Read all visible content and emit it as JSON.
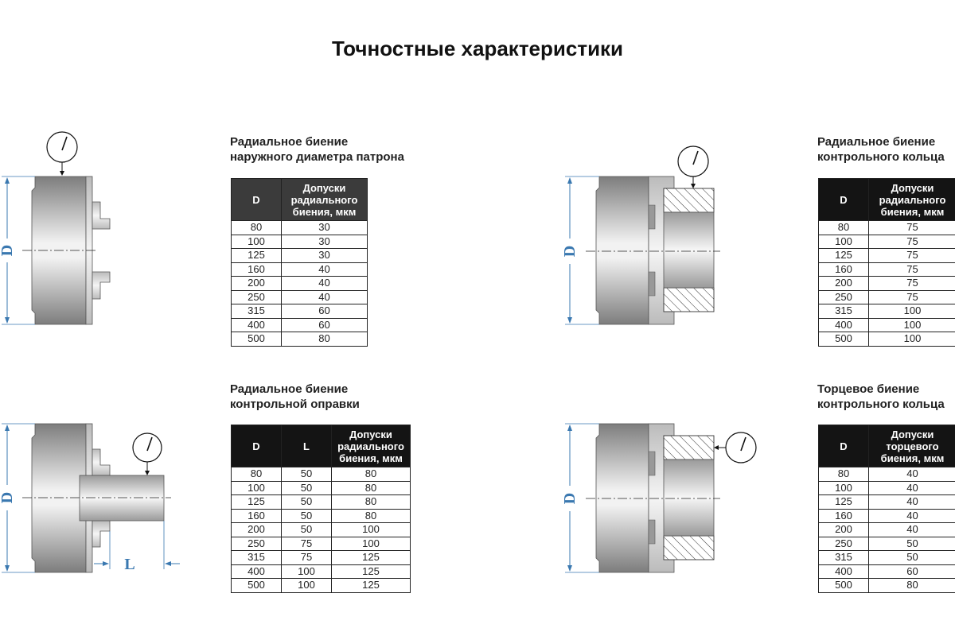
{
  "title": "Точностные характеристики",
  "labels": {
    "D": "D",
    "L": "L"
  },
  "sections": [
    {
      "heading": [
        "Радиальное биение",
        "наружного диаметра патрона"
      ],
      "columns": [
        "D",
        "Допуски радиального биения, мкм"
      ],
      "rows": [
        [
          "80",
          "30"
        ],
        [
          "100",
          "30"
        ],
        [
          "125",
          "30"
        ],
        [
          "160",
          "40"
        ],
        [
          "200",
          "40"
        ],
        [
          "250",
          "40"
        ],
        [
          "315",
          "60"
        ],
        [
          "400",
          "60"
        ],
        [
          "500",
          "80"
        ]
      ]
    },
    {
      "heading": [
        "Радиальное биение",
        "контрольного кольца"
      ],
      "columns": [
        "D",
        "Допуски радиального биения, мкм"
      ],
      "rows": [
        [
          "80",
          "75"
        ],
        [
          "100",
          "75"
        ],
        [
          "125",
          "75"
        ],
        [
          "160",
          "75"
        ],
        [
          "200",
          "75"
        ],
        [
          "250",
          "75"
        ],
        [
          "315",
          "100"
        ],
        [
          "400",
          "100"
        ],
        [
          "500",
          "100"
        ]
      ]
    },
    {
      "heading": [
        "Радиальное биение",
        "контрольной оправки"
      ],
      "columns": [
        "D",
        "L",
        "Допуски радиального биения, мкм"
      ],
      "rows": [
        [
          "80",
          "50",
          "80"
        ],
        [
          "100",
          "50",
          "80"
        ],
        [
          "125",
          "50",
          "80"
        ],
        [
          "160",
          "50",
          "80"
        ],
        [
          "200",
          "50",
          "100"
        ],
        [
          "250",
          "75",
          "100"
        ],
        [
          "315",
          "75",
          "125"
        ],
        [
          "400",
          "100",
          "125"
        ],
        [
          "500",
          "100",
          "125"
        ]
      ]
    },
    {
      "heading": [
        "Торцевое биение",
        "контрольного кольца"
      ],
      "columns": [
        "D",
        "Допуски торцевого биения, мкм"
      ],
      "rows": [
        [
          "80",
          "40"
        ],
        [
          "100",
          "40"
        ],
        [
          "125",
          "40"
        ],
        [
          "160",
          "40"
        ],
        [
          "200",
          "40"
        ],
        [
          "250",
          "50"
        ],
        [
          "315",
          "50"
        ],
        [
          "400",
          "60"
        ],
        [
          "500",
          "80"
        ]
      ]
    }
  ],
  "colors": {
    "dimension": "#3a78b0",
    "header_dark": "#3b3b3b",
    "header_black": "#141414"
  }
}
